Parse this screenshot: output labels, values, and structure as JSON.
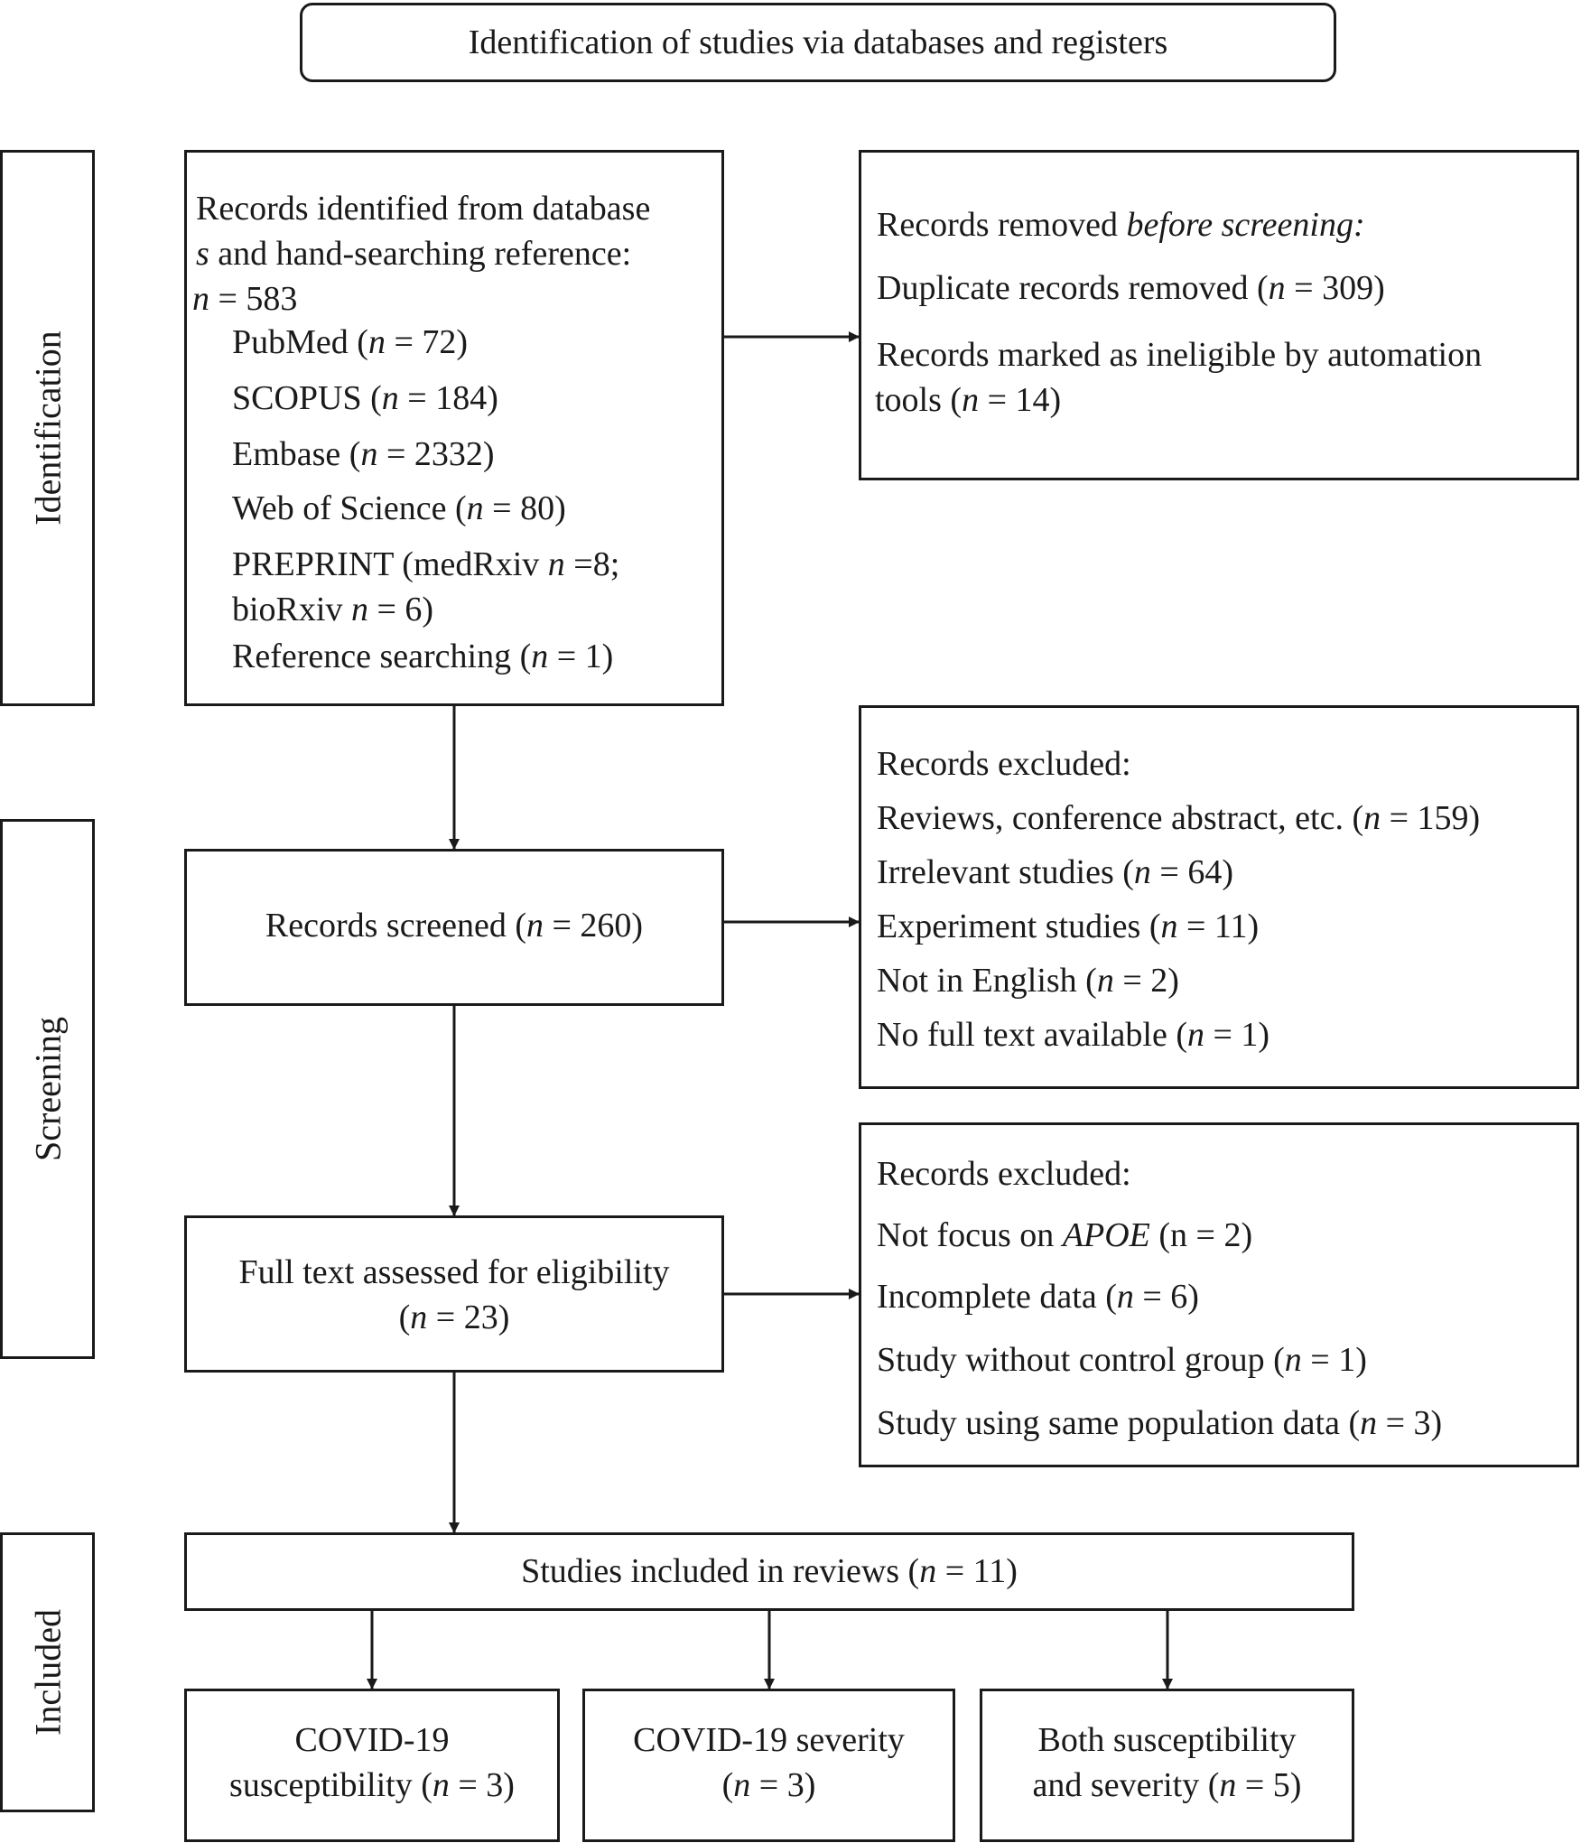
{
  "header": "Identification of studies via databases and registers",
  "phases": {
    "identification": "Identification",
    "screening": "Screening",
    "included": "Included"
  },
  "identified": {
    "line1": "Records identified from database",
    "line2_i": "s",
    "line2": " and hand-searching reference:",
    "line3_n": "n",
    "line3": " = 583",
    "sources": [
      {
        "pre": "PubMed (",
        "n": "n",
        "post": " = 72)"
      },
      {
        "pre": "SCOPUS (",
        "n": "n",
        "post": " = 184)"
      },
      {
        "pre": "Embase (",
        "n": "n",
        "post": " = 2332)"
      },
      {
        "pre": "Web of Science (",
        "n": "n",
        "post": " = 80)"
      },
      {
        "pre": "PREPRINT (medRxiv ",
        "n": "n",
        "post": " =8;"
      },
      {
        "pre": "bioRxiv ",
        "n": "n",
        "post": " = 6)"
      },
      {
        "pre": "Reference searching (",
        "n": "n",
        "post": " = 1)"
      }
    ]
  },
  "removed": {
    "title_pre": "Records removed ",
    "title_i": "before screening:",
    "items": [
      {
        "pre": "Duplicate records removed (",
        "n": "n",
        "post": " = 309)"
      },
      {
        "pre": "Records marked as ineligible by automation",
        "n": "",
        "post": ""
      },
      {
        "pre": "tools (",
        "n": "n",
        "post": " = 14)"
      }
    ]
  },
  "screened": {
    "pre": "Records screened (",
    "n": "n",
    "post": " = 260)"
  },
  "excluded1": {
    "title": "Records excluded:",
    "items": [
      {
        "pre": "Reviews, conference abstract, etc. (",
        "n": "n",
        "post": " = 159)"
      },
      {
        "pre": "Irrelevant studies (",
        "n": "n",
        "post": " = 64)"
      },
      {
        "pre": "Experiment studies (",
        "n": "n",
        "post": " = 11)"
      },
      {
        "pre": "Not in English (",
        "n": "n",
        "post": " = 2)"
      },
      {
        "pre": "No full text available (",
        "n": "n",
        "post": " = 1)"
      }
    ]
  },
  "fulltext": {
    "line1": "Full text assessed for eligibility",
    "pre": "(",
    "n": "n",
    "post": " = 23)"
  },
  "excluded2": {
    "title": "Records excluded:",
    "items": [
      {
        "pre": "Not focus on ",
        "n": "APOE",
        "post": " (n = 2)"
      },
      {
        "pre": "Incomplete data (",
        "n": "n",
        "post": " = 6)"
      },
      {
        "pre": "Study without control group (",
        "n": "n",
        "post": " = 1)"
      },
      {
        "pre": "Study using same population data (",
        "n": "n",
        "post": " = 3)"
      }
    ]
  },
  "included": {
    "pre": "Studies included in reviews (",
    "n": "n",
    "post": " = 11)"
  },
  "outcomes": [
    {
      "line1": "COVID-19",
      "pre": "susceptibility (",
      "n": "n",
      "post": " = 3)"
    },
    {
      "line1": "COVID-19 severity",
      "pre": "(",
      "n": "n",
      "post": " = 3)"
    },
    {
      "line1": "Both susceptibility",
      "pre": "and severity (",
      "n": "n",
      "post": " = 5)"
    }
  ]
}
